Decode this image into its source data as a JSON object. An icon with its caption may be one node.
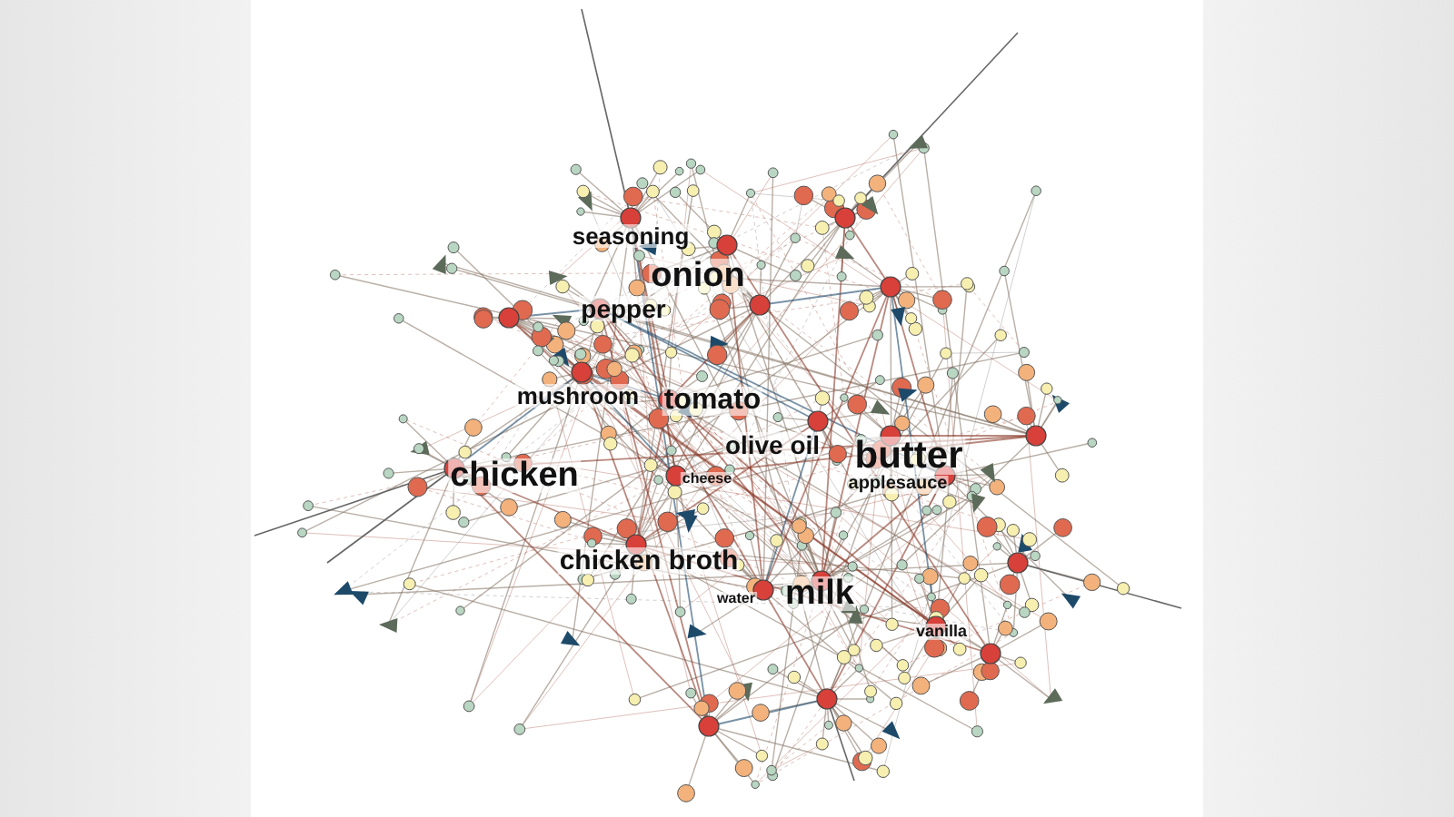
{
  "diagram": {
    "labels": [
      "seasoning",
      "onion",
      "pepper",
      "mushroom",
      "tomato",
      "olive oil",
      "butter",
      "chicken",
      "cheese",
      "applesauce",
      "chicken broth",
      "milk",
      "water",
      "vanilla"
    ]
  }
}
